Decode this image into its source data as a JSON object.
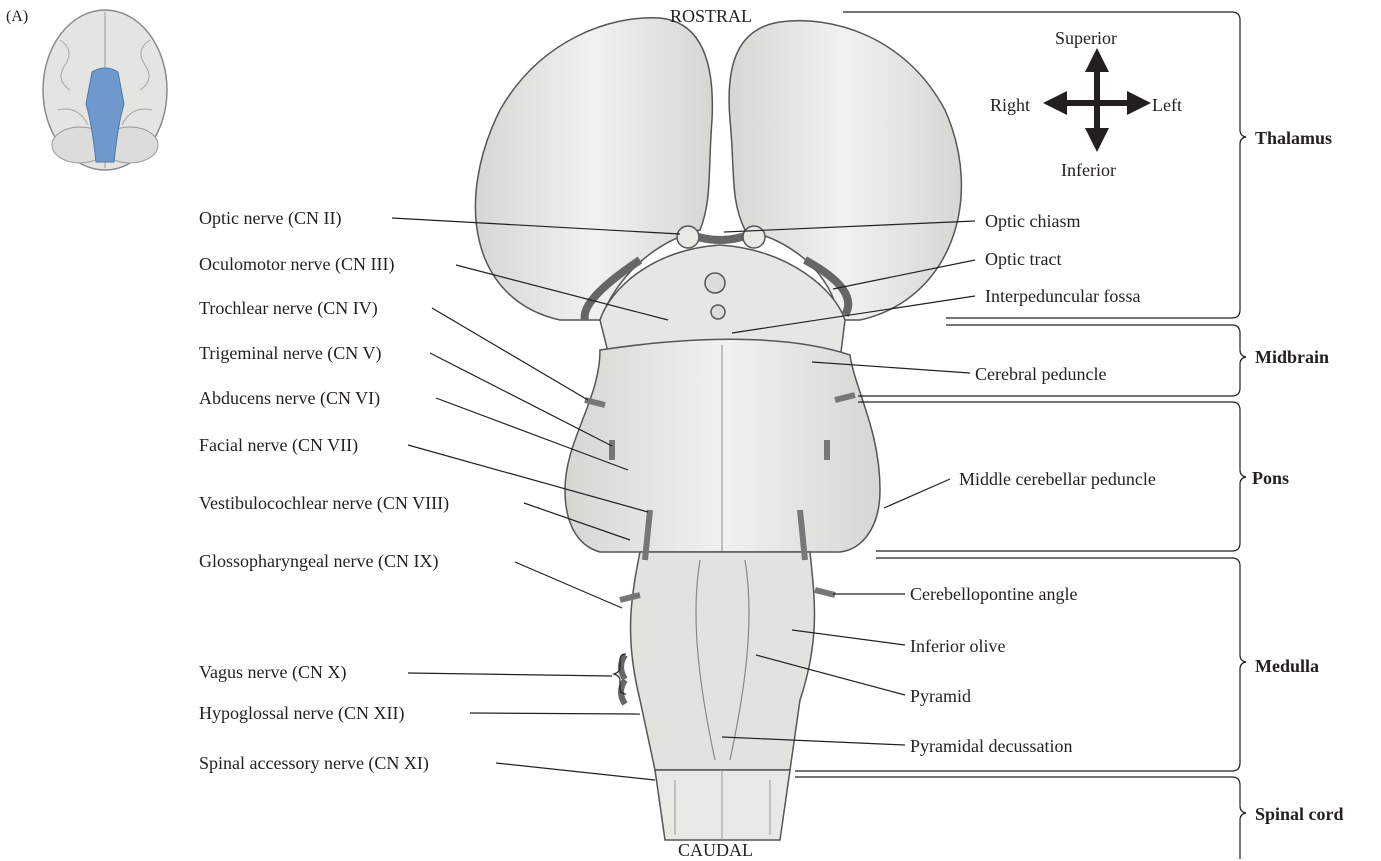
{
  "panel_label": "(A)",
  "orientation": {
    "top": "ROSTRAL",
    "bottom": "CAUDAL"
  },
  "compass": {
    "up": "Superior",
    "down": "Inferior",
    "left": "Right",
    "right": "Left"
  },
  "left_labels": [
    "Optic nerve (CN II)",
    "Oculomotor nerve (CN III)",
    "Trochlear nerve (CN IV)",
    "Trigeminal nerve (CN V)",
    "Abducens nerve (CN VI)",
    "Facial nerve (CN VII)",
    "Vestibulocochlear nerve (CN VIII)",
    "Glossopharyngeal nerve (CN IX)",
    "Vagus nerve (CN X)",
    "Hypoglossal nerve (CN XII)",
    "Spinal accessory nerve (CN XI)"
  ],
  "right_labels": [
    "Optic chiasm",
    "Optic tract",
    "Interpeduncular fossa",
    "Cerebral peduncle",
    "Middle cerebellar peduncle",
    "Cerebellopontine angle",
    "Inferior olive",
    "Pyramid",
    "Pyramidal decussation"
  ],
  "regions": [
    "Thalamus",
    "Midbrain",
    "Pons",
    "Medulla",
    "Spinal cord"
  ],
  "colors": {
    "line": "#231f20",
    "brain_fill": "#eeeeec",
    "brain_shade": "#c9c9c6",
    "highlight": "#6f98cc"
  }
}
